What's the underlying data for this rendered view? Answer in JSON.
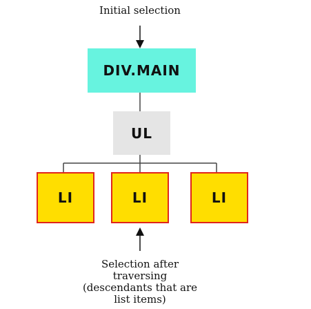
{
  "captions": {
    "top": "Initial selection",
    "bottom_lines": [
      "Selection after",
      "traversing",
      "(descendants that are",
      "list items)"
    ]
  },
  "nodes": {
    "main": "DIV.MAIN",
    "ul": "UL",
    "li": [
      "LI",
      "LI",
      "LI"
    ]
  },
  "colors": {
    "main_fill": "#67f3df",
    "ul_fill": "#e5e5e5",
    "li_fill": "#ffde00",
    "li_border": "#e0251c",
    "line": "#444444",
    "arrow": "#111111"
  }
}
